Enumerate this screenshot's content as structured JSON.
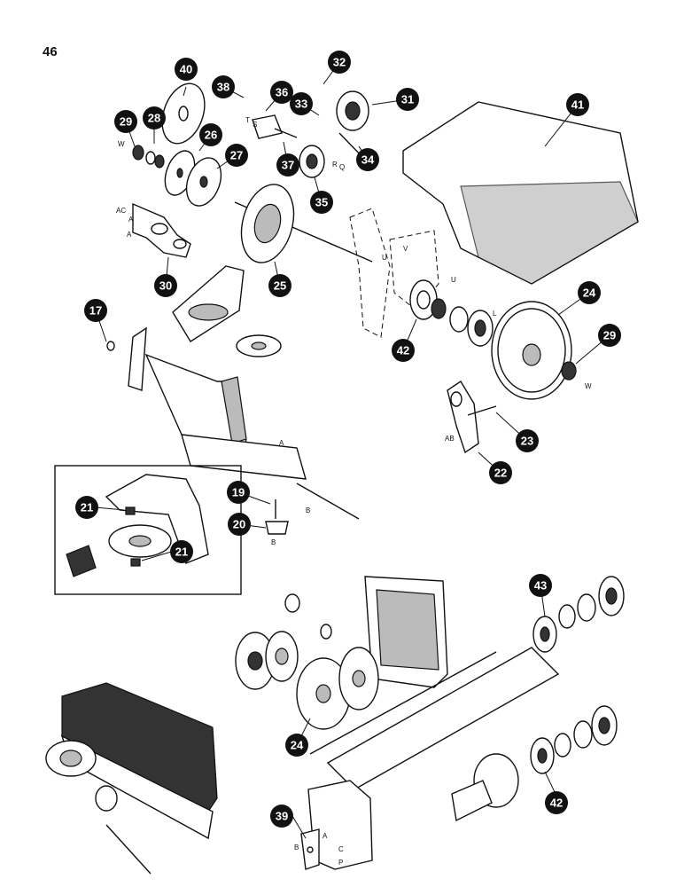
{
  "page_number": "46",
  "callouts": [
    "17",
    "19",
    "20",
    "21",
    "21",
    "22",
    "23",
    "24",
    "24",
    "25",
    "26",
    "27",
    "28",
    "29",
    "29",
    "30",
    "31",
    "32",
    "33",
    "34",
    "35",
    "36",
    "37",
    "38",
    "39",
    "40",
    "41",
    "42",
    "42",
    "43"
  ],
  "ref_letters": [
    "W",
    "W",
    "A",
    "AC",
    "A",
    "AB",
    "T",
    "S",
    "R",
    "Q",
    "U",
    "V",
    "U",
    "L",
    "B",
    "B",
    "A",
    "B",
    "A",
    "C",
    "P"
  ]
}
